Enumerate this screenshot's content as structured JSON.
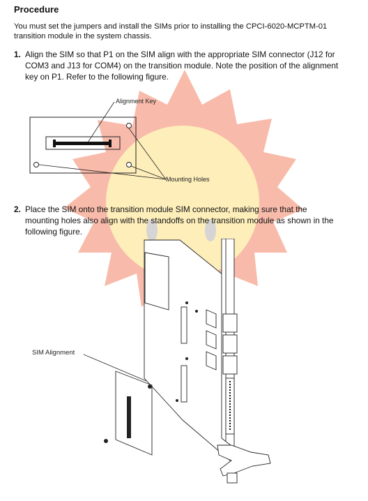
{
  "heading": "Procedure",
  "intro": "You must set the jumpers and install the SIMs prior to installing the CPCI-6020-MCPTM-01 transition module in the system chassis.",
  "steps": [
    {
      "number": "1.",
      "text": "Align the SIM so that P1 on the SIM align with the appropriate SIM connector (J12 for COM3 and J13 for COM4) on the transition module. Note the position of the alignment key on P1. Refer to the following figure."
    },
    {
      "number": "2.",
      "text": "Place the SIM onto the transition module SIM connector, making sure that the mounting holes also align with the standoffs on the transition module as shown in the following figure."
    }
  ],
  "figure1": {
    "callout_alignment_key": "Alignment Key",
    "callout_mounting_holes": "Mounting Holes"
  },
  "figure2": {
    "callout_sim_alignment": "SIM Alignment"
  },
  "colors": {
    "watermark_outer": "#f6a48e",
    "watermark_inner": "#fde9a4",
    "line": "#222222"
  }
}
